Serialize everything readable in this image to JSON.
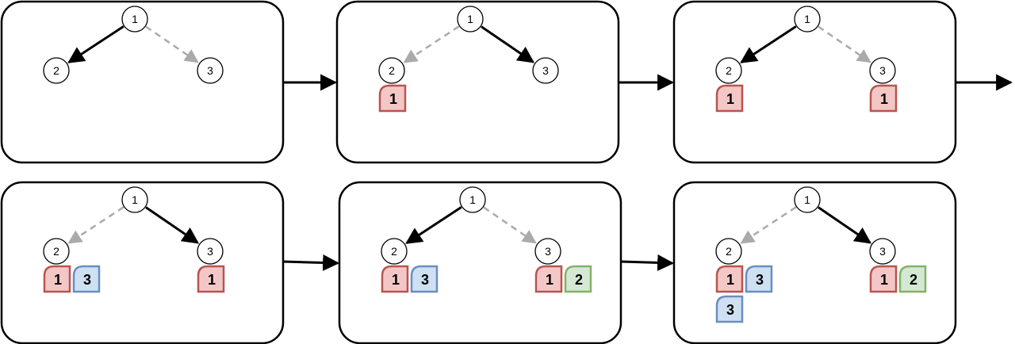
{
  "colors": {
    "stroke": "#000000",
    "dashed_edge": "#aaaaaa",
    "red_fill": "#f4c7c7",
    "red_stroke": "#b85450",
    "blue_fill": "#cfe0f3",
    "blue_stroke": "#6c8ebf",
    "green_fill": "#d5e8d4",
    "green_stroke": "#82b366"
  },
  "nodes": {
    "root": "1",
    "left": "2",
    "right": "3"
  },
  "panels": [
    {
      "left_edge": "solid",
      "right_edge": "dashed",
      "left_tags": [],
      "right_tags": []
    },
    {
      "left_edge": "dashed",
      "right_edge": "solid",
      "left_tags": [
        {
          "label": "1",
          "color": "red"
        }
      ],
      "right_tags": []
    },
    {
      "left_edge": "solid",
      "right_edge": "dashed",
      "left_tags": [
        {
          "label": "1",
          "color": "red"
        }
      ],
      "right_tags": [
        {
          "label": "1",
          "color": "red"
        }
      ]
    },
    {
      "left_edge": "dashed",
      "right_edge": "solid",
      "left_tags": [
        {
          "label": "1",
          "color": "red"
        },
        {
          "label": "3",
          "color": "blue"
        }
      ],
      "right_tags": [
        {
          "label": "1",
          "color": "red"
        }
      ]
    },
    {
      "left_edge": "solid",
      "right_edge": "dashed",
      "left_tags": [
        {
          "label": "1",
          "color": "red"
        },
        {
          "label": "3",
          "color": "blue"
        }
      ],
      "right_tags": [
        {
          "label": "1",
          "color": "red"
        },
        {
          "label": "2",
          "color": "green"
        }
      ]
    },
    {
      "left_edge": "dashed",
      "right_edge": "solid",
      "left_tags": [
        {
          "label": "1",
          "color": "red"
        },
        {
          "label": "3",
          "color": "blue"
        },
        {
          "label": "3",
          "color": "blue",
          "row": 1
        }
      ],
      "right_tags": [
        {
          "label": "1",
          "color": "red"
        },
        {
          "label": "2",
          "color": "green"
        }
      ]
    }
  ]
}
